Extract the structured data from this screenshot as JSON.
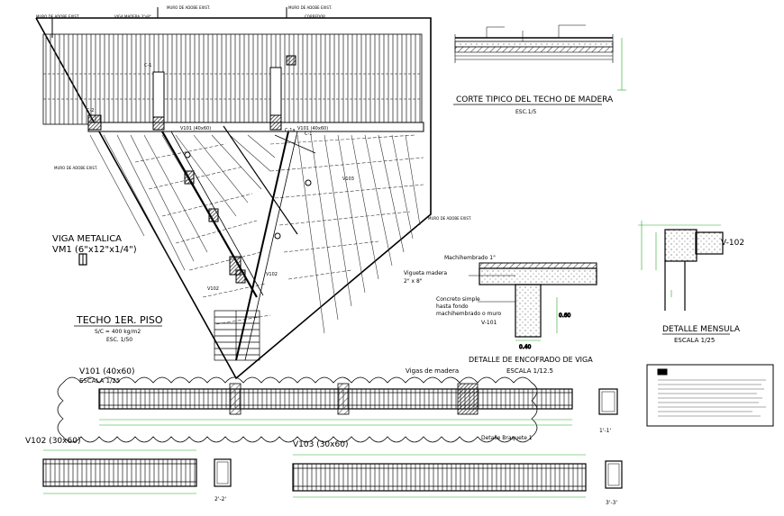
{
  "drawing": {
    "colors": {
      "line": "#000000",
      "dimension": "#22aa22",
      "hatch": "#444444"
    },
    "plan": {
      "title": "TECHO 1ER. PISO",
      "load": "S/C = 400 kg/m2",
      "scale": "ESC. 1/50",
      "top_labels": [
        "MURO DE ADOBE EXIST.",
        "VIGA MADERA 3\"x8\"",
        "MURO DE ADOBE EXIST.",
        "MURO DE ADOBE EXIST.",
        "CORREDOR"
      ],
      "side_labels": [
        "MURO DE ADOBE EXIST.",
        "MURO DE ADOBE EXIST."
      ],
      "beam_labels": [
        "V101 (40x60)",
        "V101 (40x60)",
        "V102",
        "V103",
        "V102"
      ],
      "column_labels": [
        "C-1",
        "C-2",
        "C-1a",
        "C-1"
      ],
      "viga_metalica": {
        "title": "VIGA METALICA",
        "spec": "VM1 (6\"x12\"x1/4\")"
      }
    },
    "section_roof": {
      "title": "CORTE TIPICO DEL TECHO DE MADERA",
      "scale": "ESC.1/5"
    },
    "mensula": {
      "title": "DETALLE MENSULA",
      "scale": "ESCALA 1/25",
      "beam_label": "V-102"
    },
    "encofrado": {
      "title": "DETALLE DE ENCOFRADO DE VIGA",
      "scale": "ESCALA 1/12.5",
      "labels": [
        "Machihembrado 1\"",
        "Vigueta madera",
        "2\" x 8\"",
        "Concreto simple",
        "hasta fondo",
        "machihembrado o muro",
        "V-101"
      ],
      "dims": [
        "0.40",
        "0.60"
      ]
    },
    "beams": {
      "v101": {
        "title": "V101 (40x60)",
        "scale": "ESCALA 1/25",
        "top_note": "Vigas de madera",
        "detail": "Detalle Braquete 1",
        "section": "1'-1'"
      },
      "v102": {
        "title": "V102 (30x60)",
        "section": "2'-2'"
      },
      "v103": {
        "title": "V103 (30x60)",
        "section": "3'-3'"
      }
    },
    "notes_box": {
      "heading": "NOTAS"
    }
  }
}
